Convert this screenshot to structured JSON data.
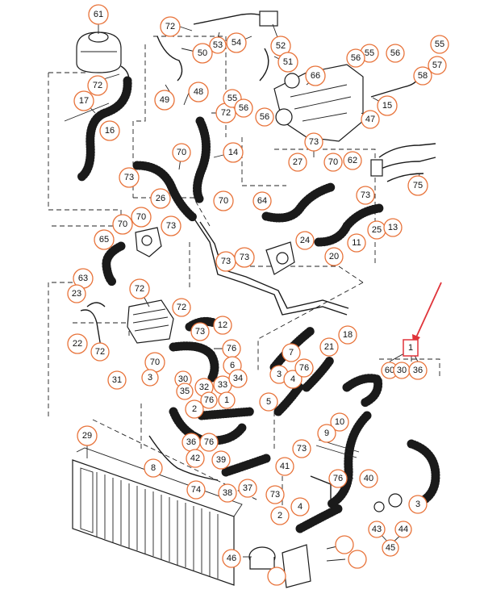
{
  "accent_color": "#e8733a",
  "highlight_color": "#e0343a",
  "highlighted_part": "1",
  "callouts": [
    "61",
    "72",
    "53",
    "54",
    "52",
    "50",
    "51",
    "72",
    "17",
    "16",
    "49",
    "48",
    "72",
    "55",
    "56",
    "66",
    "56",
    "55",
    "56",
    "55",
    "56",
    "57",
    "58",
    "15",
    "47",
    "70",
    "14",
    "73",
    "26",
    "70",
    "73",
    "27",
    "70",
    "62",
    "73",
    "75",
    "64",
    "70",
    "70",
    "73",
    "24",
    "25",
    "11",
    "13",
    "65",
    "73",
    "73",
    "20",
    "63",
    "23",
    "72",
    "72",
    "73",
    "22",
    "12",
    "76",
    "7",
    "18",
    "21",
    "72",
    "31",
    "70",
    "6",
    "3",
    "4",
    "3",
    "30",
    "35",
    "32",
    "33",
    "34",
    "76",
    "1",
    "2",
    "5",
    "76",
    "60",
    "30",
    "36",
    "29",
    "36",
    "76",
    "42",
    "39",
    "10",
    "9",
    "73",
    "8",
    "74",
    "38",
    "37",
    "41",
    "76",
    "40",
    "73",
    "3",
    "4",
    "2",
    "43",
    "44",
    "45",
    "46"
  ]
}
